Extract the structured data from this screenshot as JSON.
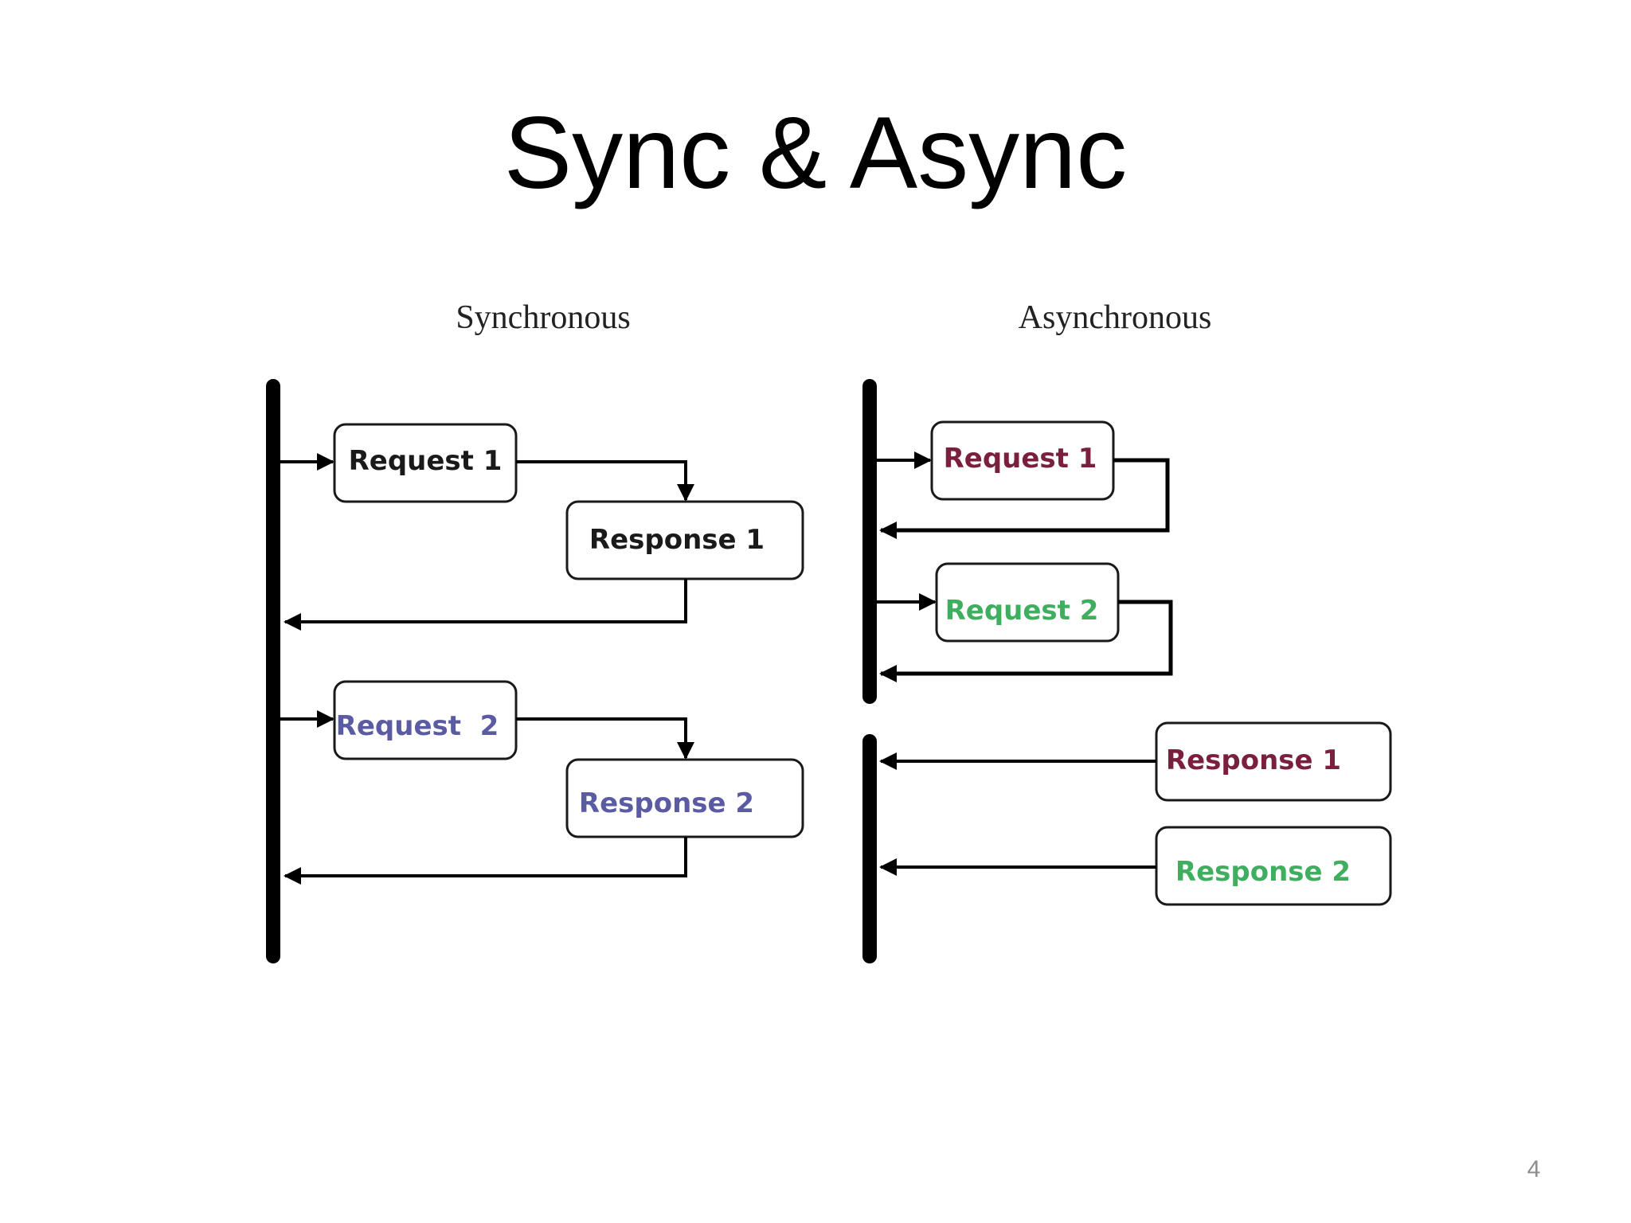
{
  "slide": {
    "title": "Sync & Async",
    "page_number": "4"
  },
  "colors": {
    "black": "#1a1a1a",
    "purple": "#5b5ba4",
    "maroon": "#7a1f3d",
    "green": "#3fae5f"
  },
  "synchronous": {
    "label": "Synchronous",
    "request_1": "Request 1",
    "response_1": "Response 1",
    "request_2": "Request  2",
    "response_2": "Response 2"
  },
  "asynchronous": {
    "label": "Asynchronous",
    "request_1": "Request 1",
    "request_2": "Request 2",
    "response_1": "Response 1",
    "response_2": "Response 2"
  }
}
